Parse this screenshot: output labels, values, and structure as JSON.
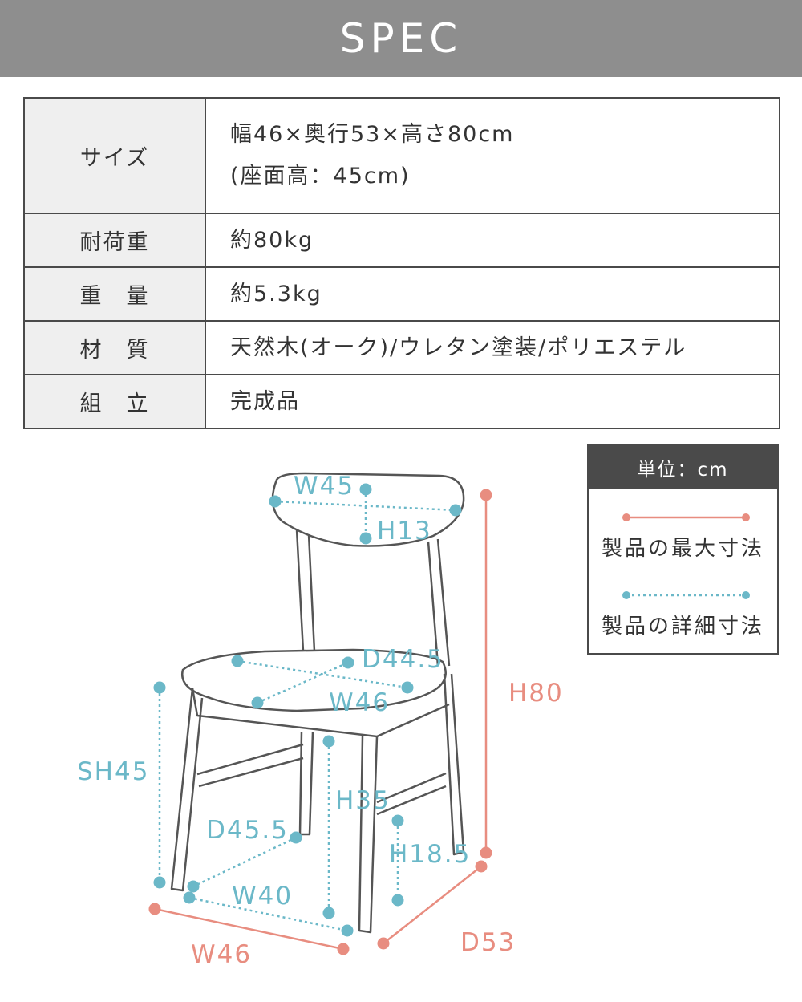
{
  "header": {
    "title": "SPEC"
  },
  "spec_rows": [
    {
      "key": "サイズ",
      "value_lines": [
        "幅46×奥行53×高さ80cm",
        "(座面高：45cm)"
      ]
    },
    {
      "key": "耐荷重",
      "value_lines": [
        "約80kg"
      ]
    },
    {
      "key": "重　量",
      "value_lines": [
        "約5.3kg"
      ]
    },
    {
      "key": "材　質",
      "value_lines": [
        "天然木(オーク)/ウレタン塗装/ポリエステル"
      ]
    },
    {
      "key": "組　立",
      "value_lines": [
        "完成品"
      ]
    }
  ],
  "legend": {
    "unit_label": "単位：cm",
    "max_label": "製品の最大寸法",
    "detail_label": "製品の詳細寸法"
  },
  "dimensions": {
    "back_width": "W45",
    "back_height": "H13",
    "seat_depth": "D44.5",
    "seat_width": "W46",
    "seat_height": "SH45",
    "leg_height": "H35",
    "base_depth": "D45.5",
    "stretcher_height": "H18.5",
    "base_width": "W40",
    "total_height": "H80",
    "total_width": "W46",
    "total_depth": "D53"
  },
  "colors": {
    "max_dimension": "#e88d80",
    "detail_dimension": "#6bb8c8",
    "header_bg": "#8e8e8e",
    "dark": "#4a4a4a"
  }
}
